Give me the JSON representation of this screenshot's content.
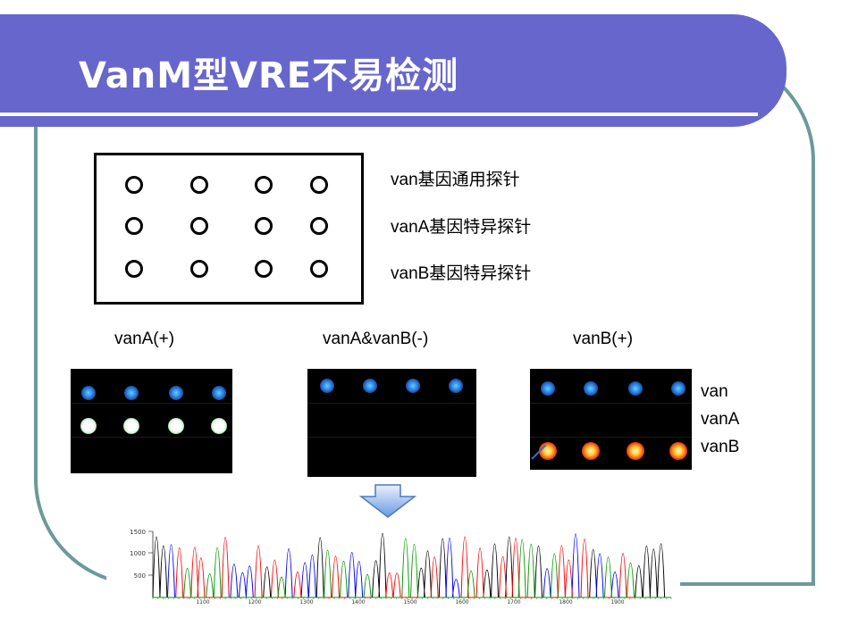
{
  "slide": {
    "title": "VanM型VRE不易检测"
  },
  "array_diagram": {
    "rows": 3,
    "cols": 4,
    "probe_labels": [
      "van基因通用探针",
      "vanA基因特异探针",
      "vanB基因特异探针"
    ]
  },
  "results": {
    "panels": [
      {
        "label": "vanA(+)",
        "row_signals": [
          "blue",
          "white",
          "none"
        ]
      },
      {
        "label": "vanA&vanB(-)",
        "row_signals": [
          "blue",
          "none",
          "none"
        ]
      },
      {
        "label": "vanB(+)",
        "row_signals": [
          "blue",
          "none",
          "red"
        ]
      }
    ],
    "row_labels": [
      "van",
      "vanA",
      "vanB"
    ]
  },
  "sequencing": {
    "y_ticks": [
      "1500",
      "1000",
      "500"
    ],
    "x_ticks": [
      "1100",
      "1200",
      "1300",
      "1400",
      "1500",
      "1600",
      "1700",
      "1800",
      "1900"
    ],
    "trace_colors": [
      "#000000",
      "#0000ff",
      "#ff0000",
      "#009900"
    ]
  }
}
